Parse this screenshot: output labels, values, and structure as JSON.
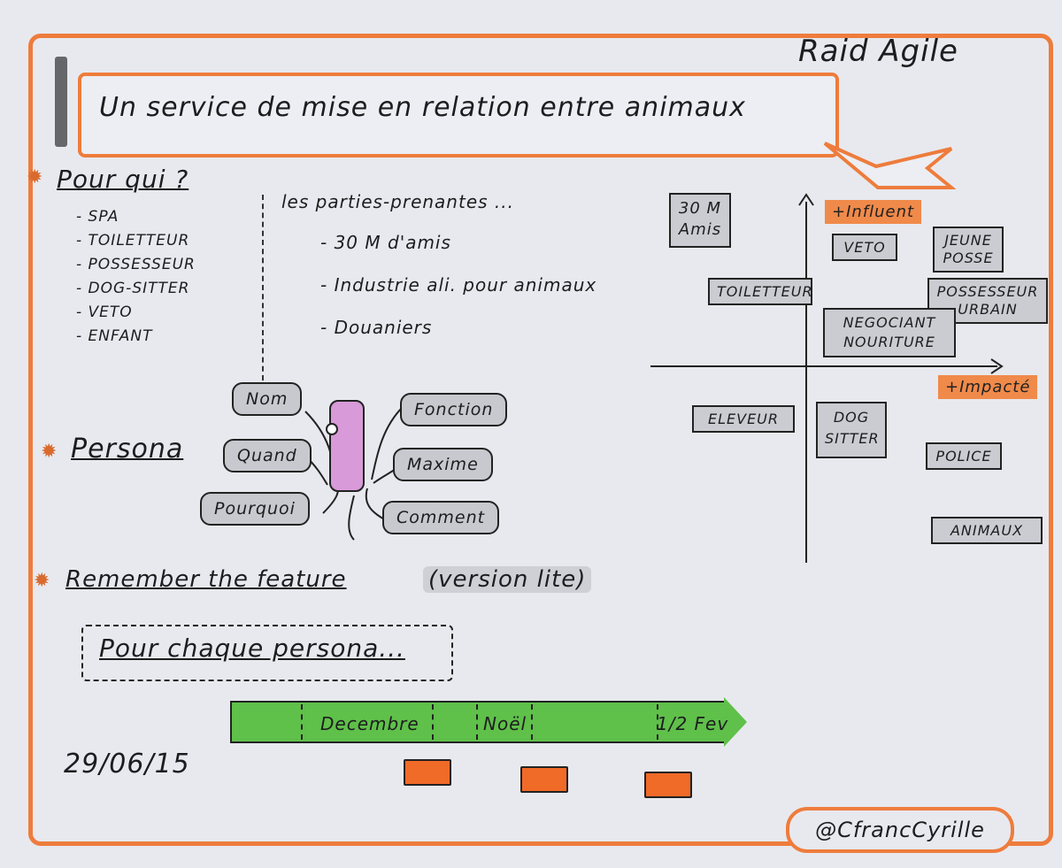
{
  "brand": "Raid Agile",
  "banner_title": "Un service de mise en relation entre animaux",
  "who": {
    "heading": "Pour qui ?",
    "items": [
      "- SPA",
      "- TOILETTEUR",
      "- POSSESSEUR",
      "- DOG-SITTER",
      "- VETO",
      "- ENFANT"
    ]
  },
  "stakeholders": {
    "heading": "les parties-prenantes ...",
    "items": [
      "- 30 M d'amis",
      "- Industrie ali. pour animaux",
      "- Douaniers"
    ]
  },
  "persona": {
    "heading": "Persona",
    "chips": [
      "Nom",
      "Quand",
      "Pourquoi",
      "Fonction",
      "Maxime",
      "Comment"
    ]
  },
  "remember": {
    "heading": "Remember the feature",
    "suffix": "(version lite)",
    "box_text": "Pour chaque persona..."
  },
  "timeline": {
    "labels": [
      "Decembre",
      "Noël",
      "1/2 Fev"
    ]
  },
  "date": "29/06/15",
  "signature": "@CfrancCyrille",
  "quadrant": {
    "y_axis_label": "+Influent",
    "x_axis_label": "+Impacté",
    "nodes": [
      {
        "label": "30 M Amis"
      },
      {
        "label": "TOILETTEUR"
      },
      {
        "label": "VETO"
      },
      {
        "label": "JEUNE POSSE"
      },
      {
        "label": "POSSESSEUR URBAIN"
      },
      {
        "label": "NEGOCIANT NOURITURE"
      },
      {
        "label": "ELEVEUR"
      },
      {
        "label": "DOG SITTER"
      },
      {
        "label": "POLICE"
      },
      {
        "label": "ANIMAUX"
      }
    ]
  },
  "colors": {
    "accent": "#ee7c3c",
    "timeline": "#5fc04a",
    "chip": "#c8c9ce",
    "face": "#d89ad8"
  }
}
